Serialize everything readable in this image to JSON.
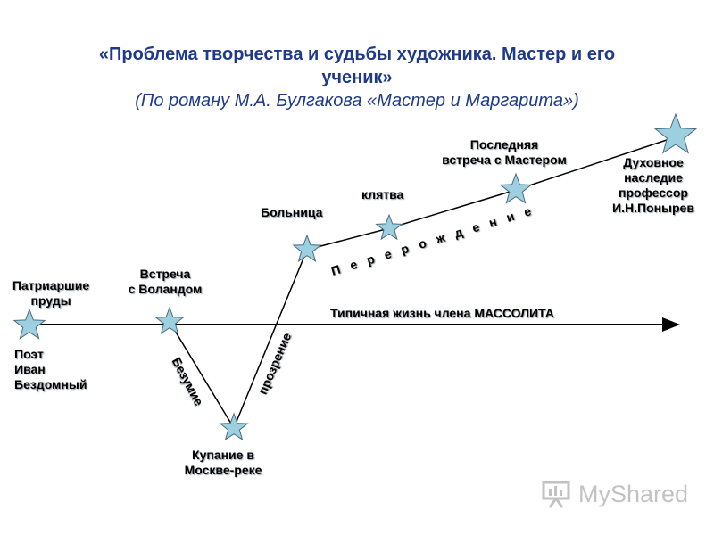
{
  "title": {
    "line1": "«Проблема творчества и судьбы художника. Мастер и его",
    "line2": "ученик»",
    "subtitle": "(По роману М.А. Булгакова «Мастер и Маргарита»)"
  },
  "labels": {
    "patriarchs": [
      "Патриаршие",
      "пруды"
    ],
    "poet": [
      "Поэт",
      "Иван",
      "Бездомный"
    ],
    "meeting": [
      "Встреча",
      "с Воландом"
    ],
    "bath": [
      "Купание в",
      "Москве-реке"
    ],
    "hospital": "Больница",
    "oath": "клятва",
    "last_meeting": [
      "Последняя",
      "встреча с Мастером"
    ],
    "heritage": [
      "Духовное",
      "наследие",
      "профессор",
      "И.Н.Понырев"
    ],
    "massolit": "Типичная жизнь члена МАССОЛИТА",
    "madness": "Безумие",
    "insight": "прозрение",
    "rebirth": "П е р е р о ж д е н и е"
  },
  "watermark": {
    "text": "MyShared",
    "icon": "presentation-board-icon"
  },
  "colors": {
    "title": "#1f3a8a",
    "star_fill": "#9ccfe0",
    "star_stroke": "#4a6a80",
    "line": "#000000"
  }
}
